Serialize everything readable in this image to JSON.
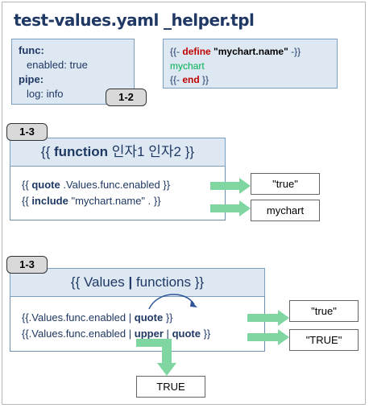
{
  "titles": {
    "values_file": "test-values.yaml",
    "helper_file": "_helper.tpl"
  },
  "values_yaml": {
    "func_key": "func:",
    "enabled_line": "enabled: true",
    "pipe_key": "pipe:",
    "log_line": "log: info",
    "badge": "1-2"
  },
  "helper_tpl": {
    "line1_open": "{{-",
    "line1_define": "define",
    "line1_name": "\"mychart.name\"",
    "line1_close": "-}}",
    "line2": "mychart",
    "line3_open": "{{-",
    "line3_end": "end",
    "line3_close": "}}"
  },
  "functions_section": {
    "badge": "1-3",
    "header_open": "{{",
    "header_keyword": "function",
    "header_args": "인자1 인자2",
    "header_close": "}}",
    "quote_open": "{{",
    "quote_fn": "quote",
    "quote_args": ".Values.func.enabled }}",
    "include_open": "{{",
    "include_fn": "include",
    "include_args": "\"mychart.name\" . }}",
    "quote_result": "\"true\"",
    "include_result": "mychart"
  },
  "pipeline_section": {
    "badge": "1-3",
    "header_values": "{{ Values",
    "header_pipe": "|",
    "header_functions": "functions",
    "header_close": "}}",
    "line1_prefix": "{{.Values.func.enabled",
    "line1_pipe": "|",
    "line1_fn": "quote",
    "line1_close": "}}",
    "line2_prefix": "{{.Values.func.enabled",
    "line2_pipe1": "|",
    "line2_fn1": "upper",
    "line2_pipe2": "|",
    "line2_fn2": "quote",
    "line2_close": "}}",
    "result1": "\"true\"",
    "result2": "\"TRUE\"",
    "intermediate_result": "TRUE"
  },
  "colors": {
    "navy": "#1f3864",
    "define_red": "#c00000",
    "mychart_green": "#00b050",
    "arrow_green": "#7fd6a0",
    "curve_blue": "#2f5597"
  }
}
